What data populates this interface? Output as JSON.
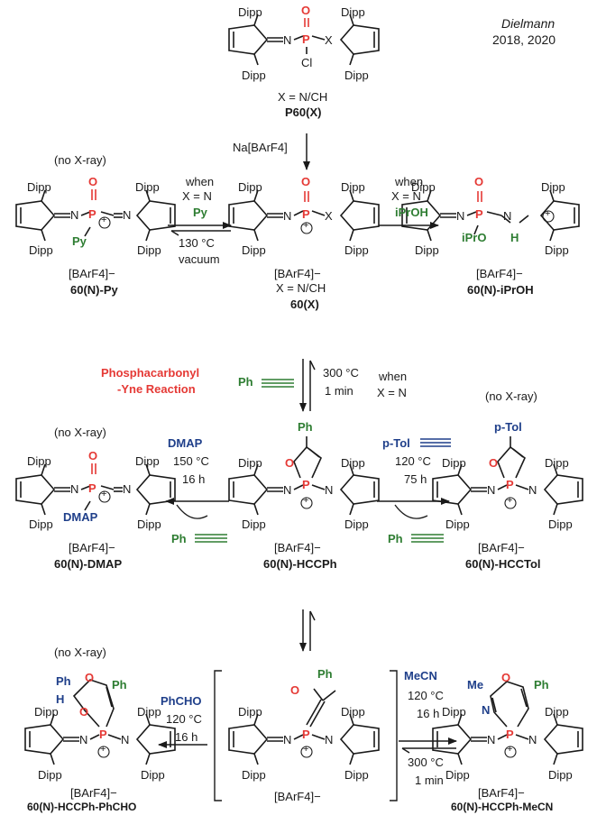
{
  "reference": {
    "author": "Dielmann",
    "years": "2018, 2020"
  },
  "atoms": {
    "N": "N",
    "P": "P",
    "O": "O",
    "Cl": "Cl",
    "H": "H",
    "X": "X",
    "Dipp": "Dipp",
    "plus": "+",
    "Ph": "Ph",
    "pTol": "p-Tol",
    "Me": "Me",
    "Py": "Py",
    "DMAP": "DMAP",
    "iPrO": "iPrO"
  },
  "compounds": {
    "p60x": {
      "caption1": "X = N/CH",
      "caption2": "P60(X)"
    },
    "c60x": {
      "counterion": "[BArF4]−",
      "caption1": "X = N/CH",
      "caption2": "60(X)"
    },
    "py": {
      "note": "(no X-ray)",
      "counterion": "[BArF4]−",
      "caption": "60(N)-Py"
    },
    "ipr": {
      "counterion": "[BArF4]−",
      "caption": "60(N)-iPrOH"
    },
    "hccph": {
      "counterion": "[BArF4]−",
      "caption": "60(N)-HCCPh"
    },
    "dmap": {
      "note": "(no X-ray)",
      "counterion": "[BArF4]−",
      "caption": "60(N)-DMAP"
    },
    "hcctol": {
      "note": "(no X-ray)",
      "counterion": "[BArF4]−",
      "caption": "60(N)-HCCTol"
    },
    "ketene": {
      "counterion": "[BArF4]−"
    },
    "phcho": {
      "note": "(no X-ray)",
      "counterion": "[BArF4]−",
      "caption": "60(N)-HCCPh-PhCHO"
    },
    "mecn": {
      "counterion": "[BArF4]−",
      "caption": "60(N)-HCCPh-MeCN"
    }
  },
  "conditions": {
    "step1": "Na[BArF4]",
    "py": {
      "line1": "when",
      "line2": "X = N",
      "reagent": "Py",
      "temp": "130 °C",
      "extra": "vacuum"
    },
    "ipr": {
      "line1": "when",
      "line2": "X = N",
      "reagent": "iPrOH"
    },
    "yne": {
      "name1": "Phosphacarbonyl",
      "name2": "-Yne Reaction",
      "alkyne": "Ph",
      "temp": "300 °C",
      "time": "1 min",
      "line1": "when",
      "line2": "X = N"
    },
    "dmap": {
      "reagent": "DMAP",
      "temp": "150 °C",
      "time": "16 h",
      "byproduct": "Ph"
    },
    "tol": {
      "reagent": "p-Tol",
      "temp": "120 °C",
      "time": "75 h",
      "byproduct": "Ph"
    },
    "phcho": {
      "reagent": "PhCHO",
      "temp": "120 °C",
      "time": "16 h"
    },
    "mecn": {
      "reagent": "MeCN",
      "temp": "120 °C",
      "time": "16 h",
      "rev_temp": "300 °C",
      "rev_time": "1 min"
    }
  },
  "colors": {
    "phosphorus": "#e53935",
    "oxygen": "#e53935",
    "reagent_green": "#2e7d32",
    "reagent_blue": "#1f3f8a",
    "ink": "#1a1a1a"
  }
}
